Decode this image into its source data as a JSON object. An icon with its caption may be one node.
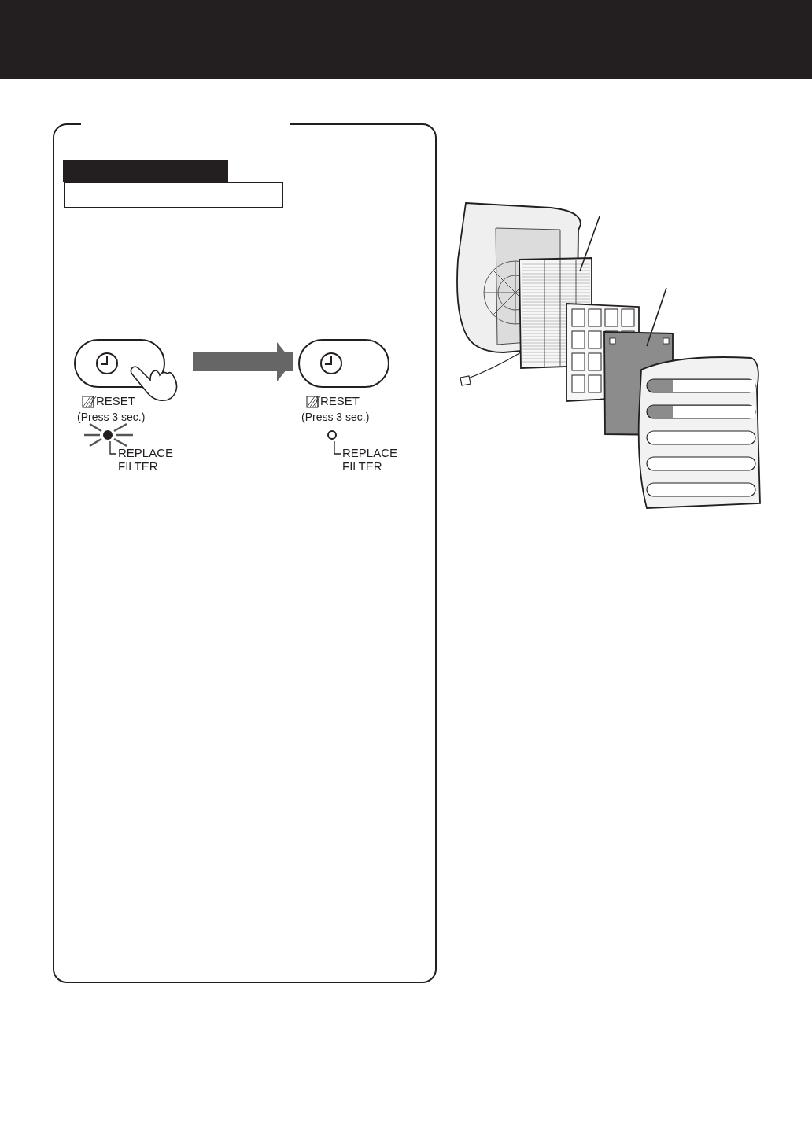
{
  "diagram": {
    "nodes": [
      {
        "text": [],
        "shape": "box"
      },
      {
        "text": [],
        "shape": "bar",
        "in": 0
      },
      {
        "text": [],
        "shape": "box",
        "in": 0
      },
      {
        "text": [
          "RESET",
          "(Press 3 sec.)",
          "REPLACE FILTER"
        ],
        "in": 0
      },
      {
        "text": [
          "RESET",
          "(Press 3 sec.)",
          "REPLACE FILTER"
        ],
        "in": 0
      }
    ],
    "edges": [
      {
        "from": 3,
        "to": 4,
        "arrow": "to",
        "color": "#666666"
      }
    ]
  }
}
